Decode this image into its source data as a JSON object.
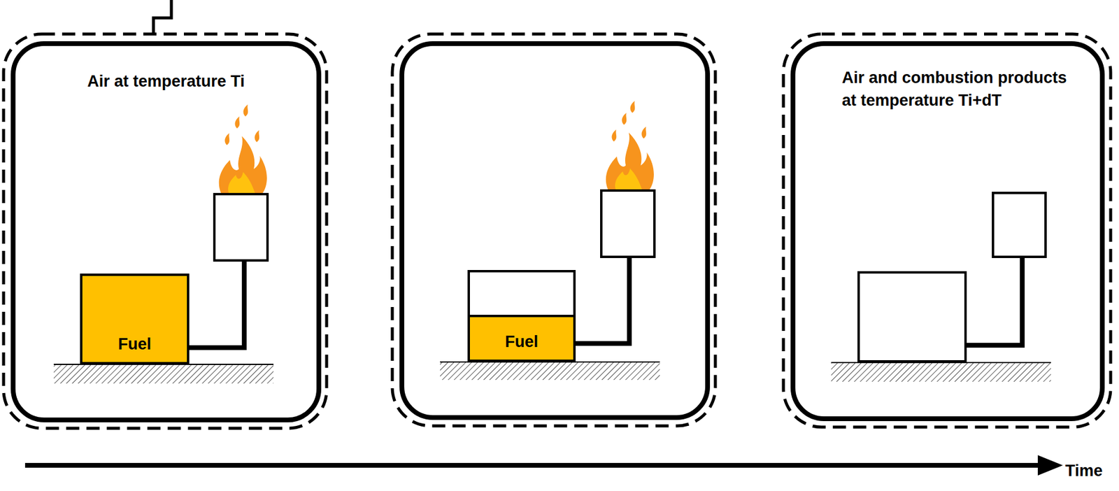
{
  "diagram": {
    "nodes": [
      {
        "text": [
          "Air at temperature Ti"
        ]
      },
      {
        "text": [
          "Fuel"
        ],
        "in": 0
      },
      {
        "text": []
      },
      {
        "text": [
          "Fuel"
        ],
        "in": 2
      },
      {
        "text": [
          "Air and combustion products at temperature Ti+dT"
        ]
      },
      {
        "text": [],
        "in": 4
      }
    ],
    "labels": [
      "Time"
    ]
  }
}
